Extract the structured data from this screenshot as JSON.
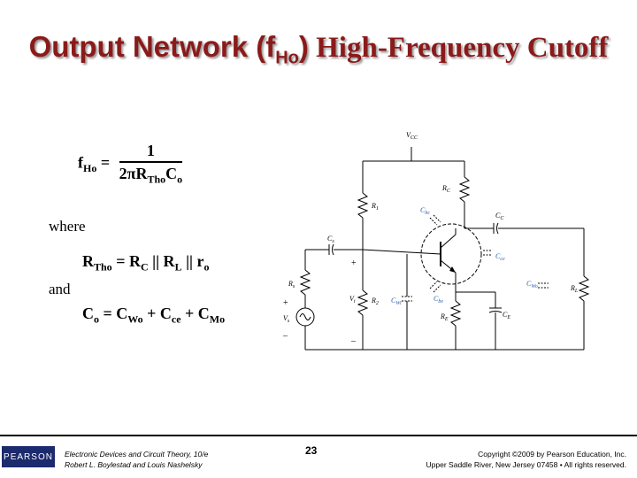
{
  "title": {
    "part1": "Output Network (f",
    "sub": "Ho",
    "part2": ")",
    "part3": " High-Frequency Cutoff"
  },
  "equations": {
    "fho": {
      "lhs": "f",
      "lhs_sub": "Ho",
      "eq": " =",
      "numerator": "1",
      "den_a": "2πR",
      "den_sub": "Tho",
      "den_b": "C",
      "den_sub2": "o"
    },
    "where": "where",
    "rtho": {
      "a": "R",
      "a_sub": "Tho",
      "b": " = R",
      "b_sub": "C",
      "c": " || R",
      "c_sub": "L",
      "d": " || r",
      "d_sub": "o"
    },
    "and": "and",
    "co": {
      "a": "C",
      "a_sub": "o",
      "b": " = C",
      "b_sub": "Wo",
      "c": " + C",
      "c_sub": "ce",
      "d": " + C",
      "d_sub": "Mo"
    }
  },
  "circuit": {
    "vcc": "V",
    "vcc_sub": "CC",
    "r1": "R",
    "r1_sub": "1",
    "rc": "R",
    "rc_sub": "C",
    "r2": "R",
    "r2_sub": "2",
    "re": "R",
    "re_sub": "E",
    "rs": "R",
    "rs_sub": "s",
    "rl": "R",
    "rl_sub": "L",
    "cs": "C",
    "cs_sub": "s",
    "cc": "C",
    "cc_sub": "C",
    "ce": "C",
    "ce_sub": "E",
    "cbc": "C",
    "cbc_sub": "bc",
    "cbe": "C",
    "cbe_sub": "be",
    "cce": "C",
    "cce_sub": "ce",
    "cwi": "C",
    "cwi_sub": "Wi",
    "cwo": "C",
    "cwo_sub": "Wo",
    "vi": "V",
    "vi_sub": "i",
    "vs": "V",
    "vs_sub": "s",
    "plus": "+",
    "minus": "–"
  },
  "footer": {
    "logo": "PEARSON",
    "book_line1": "Electronic Devices and Circuit Theory, 10/e",
    "book_line2": "Robert L. Boylestad and Louis Nashelsky",
    "page": "23",
    "copyright_line1": "Copyright ©2009 by Pearson Education, Inc.",
    "copyright_line2": "Upper Saddle River, New Jersey 07458 • All rights reserved."
  },
  "colors": {
    "title": "#8b1a1a",
    "capacitor_label": "#2a5fb0",
    "logo_bg": "#1c2a6e"
  }
}
